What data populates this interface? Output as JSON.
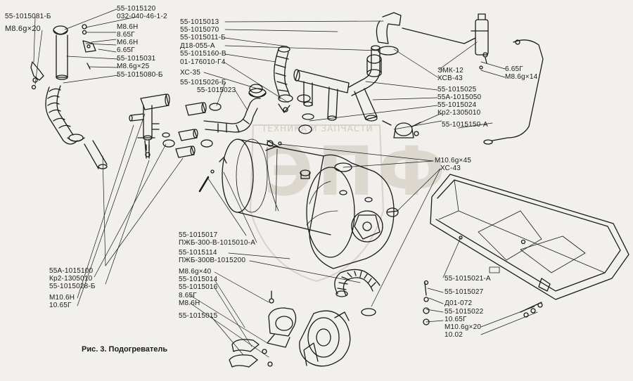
{
  "caption": "Рис. 3. Подогреватель",
  "watermark": {
    "brand_text": "ТЕХНИКА И ЗАПЧАСТИ",
    "logo_text": "ЭПФ"
  },
  "labels": {
    "l01": "55-1015120",
    "l02": "032-040-46-1-2",
    "l03": "55-1015081-Б",
    "l04": "M8.6g×20",
    "l05": "M8.6H",
    "l06": "8.65Г",
    "l07": "M6.6H",
    "l08": "6.65Г",
    "l09": "55-1015031",
    "l10": "M8.6g×25",
    "l11": "55-1015080-Б",
    "l12": "55-1015013",
    "l13": "55-1015070",
    "l14": "55-1015011-Б",
    "l15": "Д18-055-А",
    "l16": "55-1015160-В",
    "l17": "01-176010-Г4",
    "l18": "ХС-35",
    "l19": "55-1015026-Б",
    "l20": "55-1015023",
    "l21": "ЭМК-12",
    "l22": "ХСВ-43",
    "l23": "6.65Г",
    "l24": "M8.6g×14",
    "l25": "55-1015025",
    "l26": "55А-1015050",
    "l27": "55-1015024",
    "l28": "Кр2-1305010",
    "l29": "55-1015150-А",
    "l30": "M10.6g×45",
    "l31": "ХС-43",
    "l32": "55-1015017",
    "l33": "ПЖБ-300-В-1015010-А",
    "l34": "55-1015114",
    "l35": "ПЖБ-300В-1015200",
    "l36": "M8.6g×40",
    "l37": "55-1015014",
    "l38": "55-1015016",
    "l39": "8.65Г",
    "l40": "M8.6H",
    "l41": "55-1015015",
    "l42": "55А-1015100",
    "l43": "Кр2-1305010",
    "l44": "55-1015028-Б",
    "l45": "M10.6H",
    "l46": "10.65Г",
    "l47": "55-1015021-А",
    "l48": "55-1015027",
    "l49": "Д01-072",
    "l50": "55-1015022",
    "l51": "10.65Г",
    "l52": "M10.6g×20",
    "l53": "10.02"
  }
}
